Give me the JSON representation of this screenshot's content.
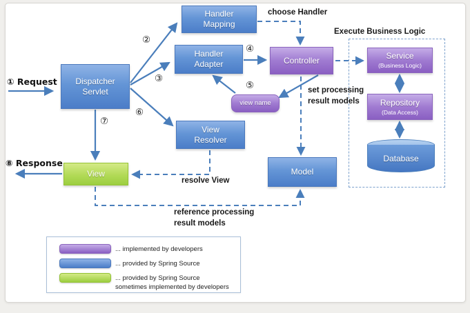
{
  "colors": {
    "arrow_blue": "#4a7ebb",
    "node_blue": "#4b7dc8",
    "node_purple": "#8a5fc2",
    "node_green": "#9cce40"
  },
  "flow": {
    "request_label": "① Request",
    "response_label": "⑧ Response",
    "steps": {
      "s2": "②",
      "s3": "③",
      "s4": "④",
      "s5": "⑤",
      "s6": "⑥",
      "s7": "⑦"
    }
  },
  "nodes": {
    "dispatcher_servlet": {
      "label": "Dispatcher Servlet"
    },
    "handler_mapping": {
      "label": "Handler Mapping"
    },
    "handler_adapter": {
      "label": "Handler Adapter"
    },
    "controller": {
      "label": "Controller"
    },
    "view_name": {
      "label": "view name"
    },
    "view_resolver": {
      "label": "View Resolver"
    },
    "view": {
      "label": "View"
    },
    "model": {
      "label": "Model"
    },
    "service": {
      "label": "Service",
      "sublabel": "(Business Logic)"
    },
    "repository": {
      "label": "Repository",
      "sublabel": "(Data Access)"
    },
    "database": {
      "label": "Database"
    }
  },
  "annotations": {
    "choose_handler": "choose Handler",
    "execute_business_logic": "Execute Business Logic",
    "set_processing": "set processing\nresult models",
    "resolve_view": "resolve View",
    "reference_processing": "reference processing\nresult models"
  },
  "legend": {
    "items": [
      {
        "swatch": "purple",
        "label": "... implemented by developers"
      },
      {
        "swatch": "blue",
        "label": "... provided by Spring Source"
      },
      {
        "swatch": "green",
        "label": "... provided by Spring Source\nsometimes implemented by developers"
      }
    ]
  }
}
